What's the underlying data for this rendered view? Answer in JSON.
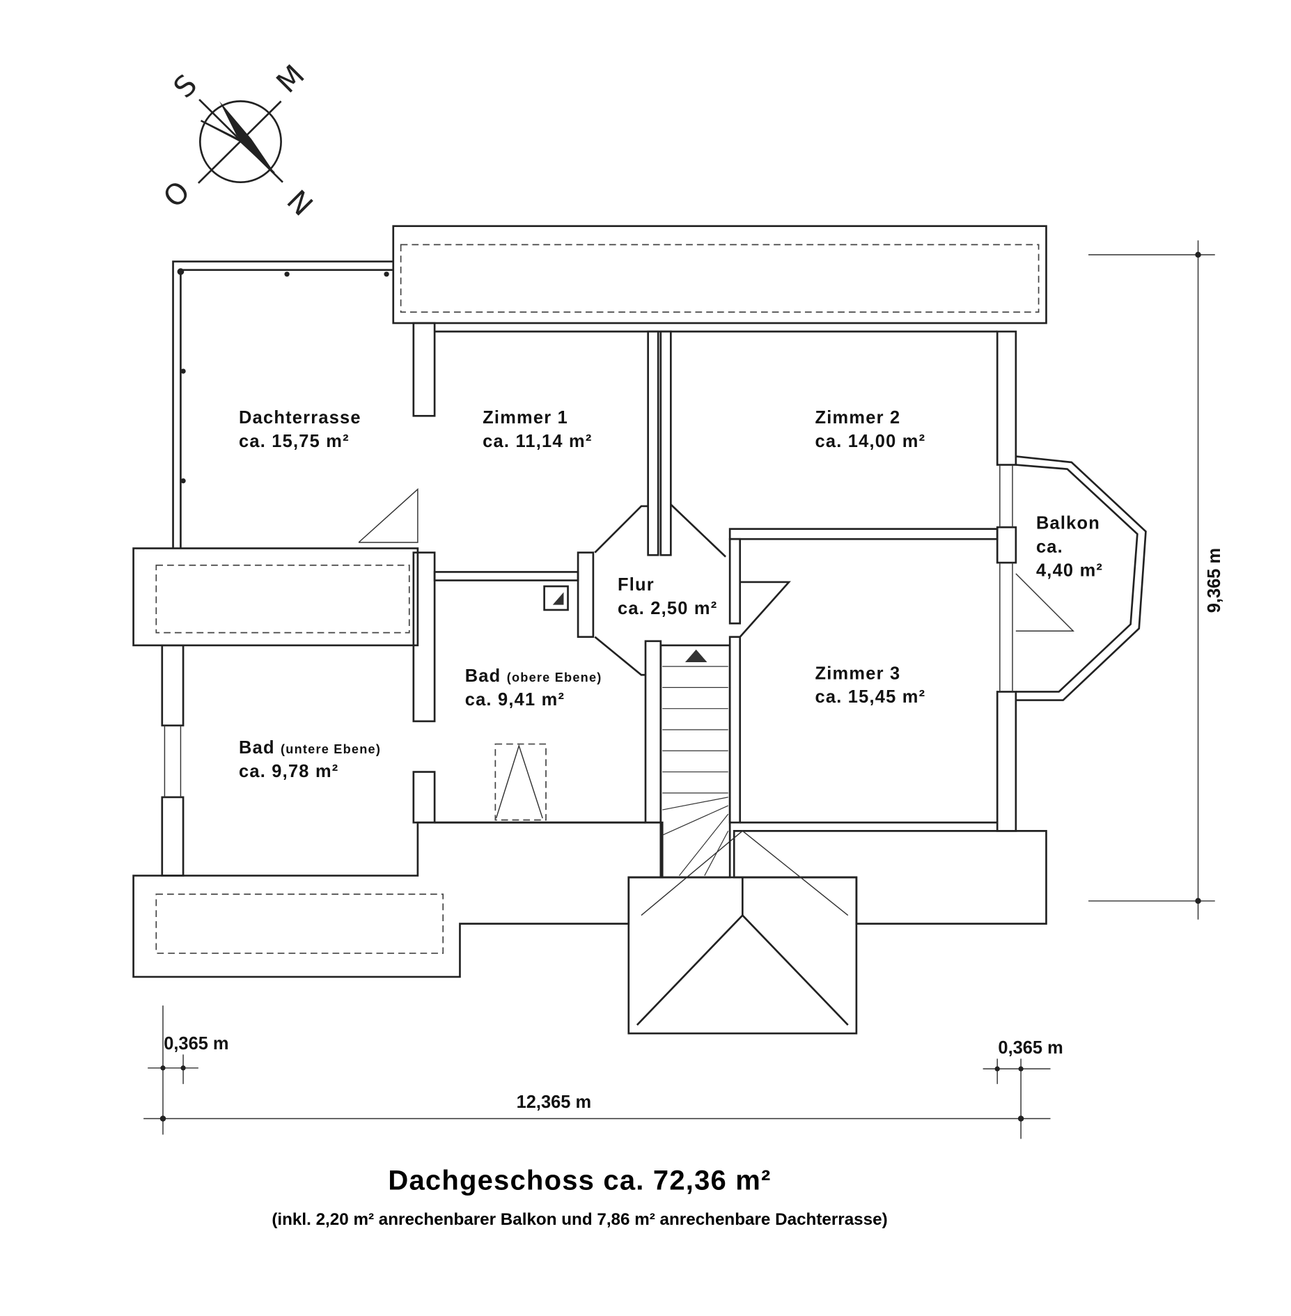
{
  "compass": {
    "labels": [
      "S",
      "M",
      "O",
      "N"
    ]
  },
  "rooms": {
    "dachterrasse": {
      "name": "Dachterrasse",
      "area": "ca. 15,75 m²"
    },
    "zimmer1": {
      "name": "Zimmer 1",
      "area": "ca. 11,14 m²"
    },
    "zimmer2": {
      "name": "Zimmer 2",
      "area": "ca. 14,00 m²"
    },
    "balkon": {
      "name": "Balkon",
      "ca": "ca.",
      "area": "4,40 m²"
    },
    "flur": {
      "name": "Flur",
      "area": "ca. 2,50 m²"
    },
    "bad_oben": {
      "name": "Bad",
      "note": "(obere Ebene)",
      "area": "ca. 9,41 m²"
    },
    "zimmer3": {
      "name": "Zimmer 3",
      "area": "ca. 15,45 m²"
    },
    "bad_unten": {
      "name": "Bad",
      "note": "(untere Ebene)",
      "area": "ca. 9,78 m²"
    }
  },
  "dimensions": {
    "height": "9,365 m",
    "wall_left": "0,365 m",
    "wall_right": "0,365 m",
    "width": "12,365 m"
  },
  "footer": {
    "title": "Dachgeschoss ca. 72,36 m²",
    "subtitle": "(inkl. 2,20 m² anrechenbarer Balkon und 7,86 m² anrechenbare Dachterrasse)"
  }
}
